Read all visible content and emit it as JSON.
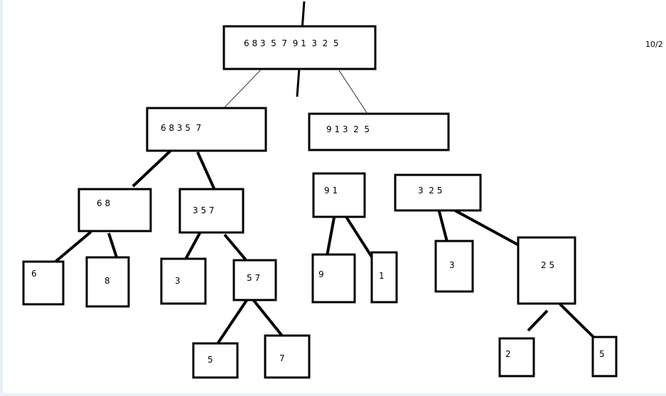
{
  "corner_note": "10/2",
  "nodes": [
    {
      "id": "root",
      "label": "6 8 3  5  7  9 1  3  2  5"
    },
    {
      "id": "left",
      "label": "6 8 3 5  7"
    },
    {
      "id": "right",
      "label": "9 1 3  2  5"
    },
    {
      "id": "n68",
      "label": "6 8"
    },
    {
      "id": "n357",
      "label": "3 5 7"
    },
    {
      "id": "n91",
      "label": "9 1"
    },
    {
      "id": "n325",
      "label": "3  2 5"
    },
    {
      "id": "l6",
      "label": "6"
    },
    {
      "id": "l8",
      "label": "8"
    },
    {
      "id": "l3a",
      "label": "3"
    },
    {
      "id": "n57",
      "label": "5 7"
    },
    {
      "id": "l9",
      "label": "9"
    },
    {
      "id": "l1",
      "label": "1"
    },
    {
      "id": "l3b",
      "label": "3"
    },
    {
      "id": "n25",
      "label": "2 5"
    },
    {
      "id": "l5a",
      "label": "5"
    },
    {
      "id": "l7",
      "label": "7"
    },
    {
      "id": "l2",
      "label": "2"
    },
    {
      "id": "l5b",
      "label": "5"
    }
  ]
}
